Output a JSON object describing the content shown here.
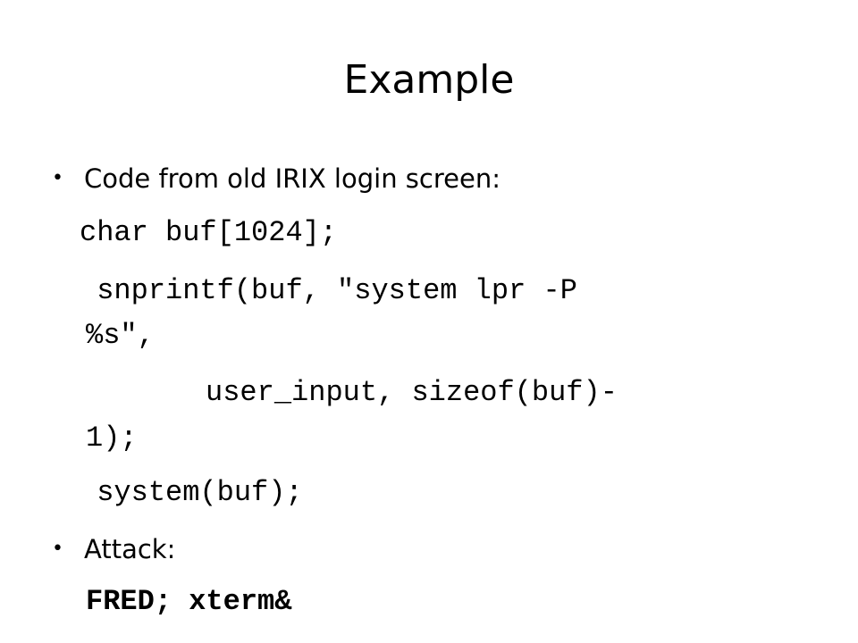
{
  "slide": {
    "title": "Example",
    "bullets": [
      {
        "marker": "•",
        "text": "Code from old IRIX login screen:"
      },
      {
        "marker": "•",
        "text": "Attack:"
      }
    ],
    "code_lines": [
      "char buf[1024];",
      " snprintf(buf, \"system lpr -P",
      "%s\",",
      "     user_input, sizeof(buf)-",
      "1);",
      " system(buf);"
    ],
    "attack_code": "FRED; xterm&"
  }
}
